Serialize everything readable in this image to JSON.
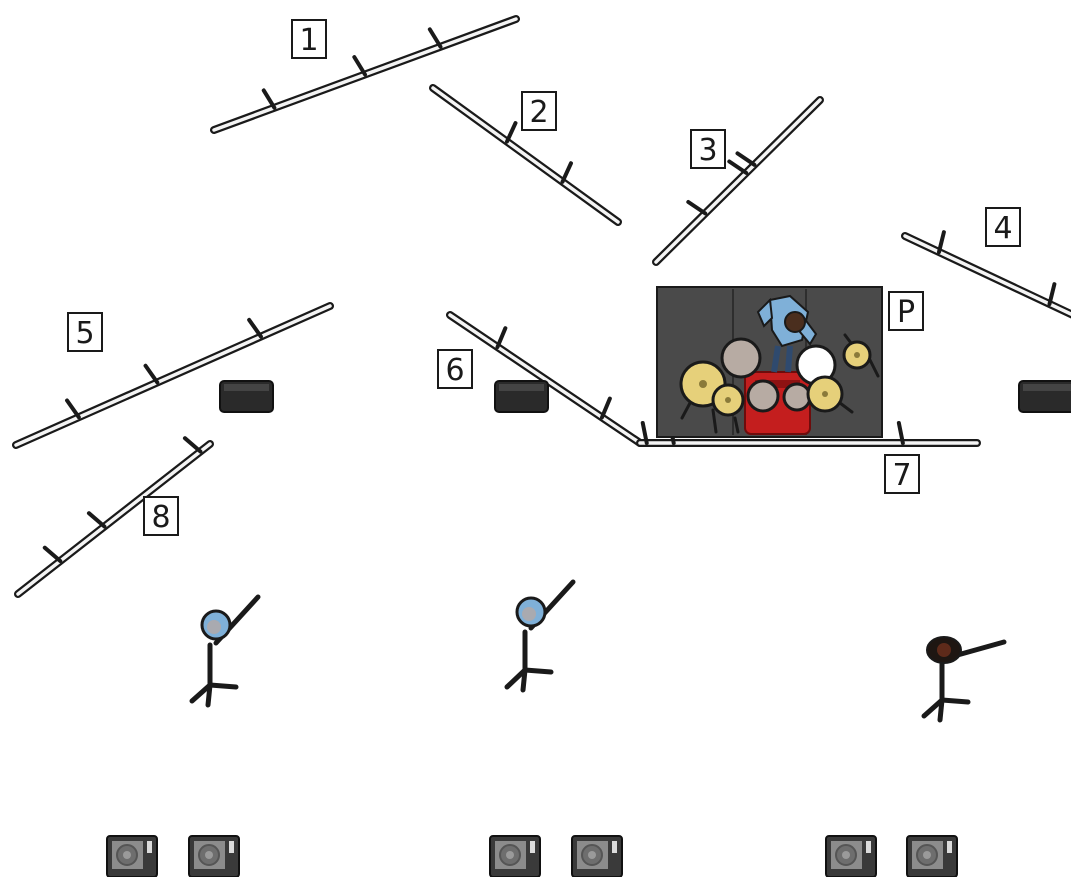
{
  "truss_labels": {
    "t1": "1",
    "t2": "2",
    "t3": "3",
    "t4": "4",
    "t5": "5",
    "t6": "6",
    "t7": "7",
    "t8": "8"
  },
  "riser_label": "P",
  "colors": {
    "truss_outline": "#1a1a1a",
    "truss_fill": "#f4f4f4",
    "riser": "#4a4a4a",
    "shirt": "#7fb0d8",
    "drum_red": "#c41e1e",
    "cymbal": "#e6d07a",
    "wedge": "#2a2a2a",
    "monitor": "#3a3a3a"
  },
  "icons": {
    "mic_stand": "mic-stand-icon",
    "wedge": "wedge-monitor-icon",
    "floor_monitor": "floor-monitor-icon",
    "drum_kit": "drum-kit-icon"
  }
}
